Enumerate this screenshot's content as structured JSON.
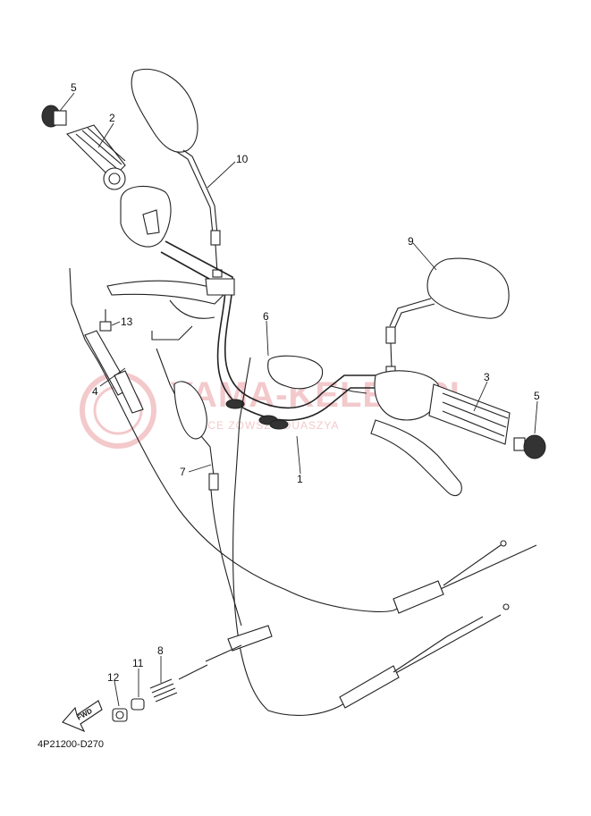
{
  "diagram_code": "4P21200-D270",
  "watermark": {
    "main": "YAMA-KELER.PL",
    "sub": "OJCE ZOWSZ I DUASZYA"
  },
  "fwd_arrow": {
    "label": "FWD",
    "icon": "forward-arrow-icon"
  },
  "parts": [
    {
      "id": "1",
      "label": "1"
    },
    {
      "id": "2",
      "label": "2"
    },
    {
      "id": "3",
      "label": "3"
    },
    {
      "id": "4",
      "label": "4"
    },
    {
      "id": "5a",
      "label": "5"
    },
    {
      "id": "5b",
      "label": "5"
    },
    {
      "id": "6",
      "label": "6"
    },
    {
      "id": "7",
      "label": "7"
    },
    {
      "id": "8",
      "label": "8"
    },
    {
      "id": "9",
      "label": "9"
    },
    {
      "id": "10",
      "label": "10"
    },
    {
      "id": "11",
      "label": "11"
    },
    {
      "id": "12",
      "label": "12"
    },
    {
      "id": "13",
      "label": "13"
    }
  ]
}
